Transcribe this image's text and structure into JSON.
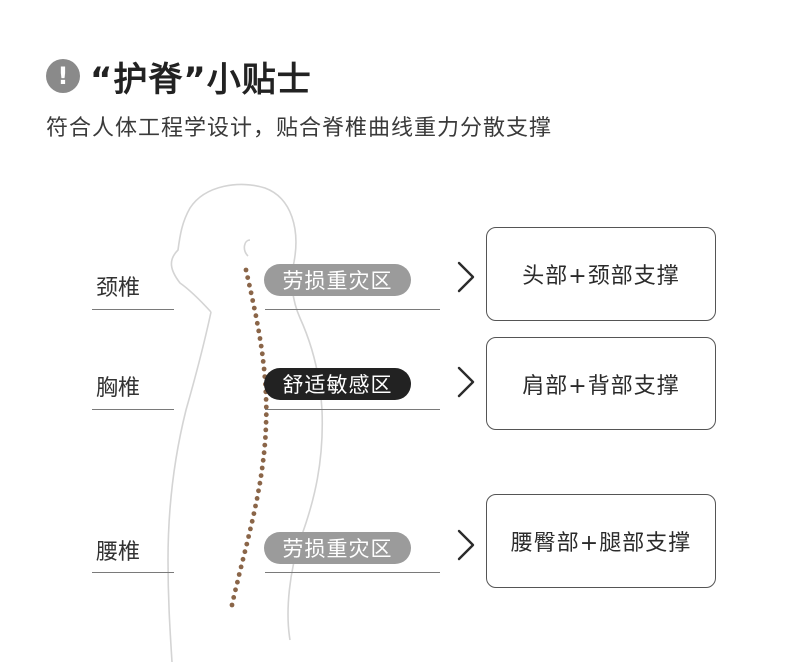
{
  "header": {
    "icon": "exclamation-icon",
    "icon_glyph": "!",
    "title": "“护脊”小贴士",
    "subtitle": "符合人体工程学设计，贴合脊椎曲线重力分散支撑"
  },
  "rows": [
    {
      "label": "颈椎",
      "zone": "劳损重灾区",
      "zone_style": "grey",
      "support": "头部+颈部支撑"
    },
    {
      "label": "胸椎",
      "zone": "舒适敏感区",
      "zone_style": "dark",
      "support": "肩部+背部支撑"
    },
    {
      "label": "腰椎",
      "zone": "劳损重灾区",
      "zone_style": "grey",
      "support": "腰臀部+腿部支撑"
    }
  ],
  "colors": {
    "spine_dots": "#8a6548",
    "pill_grey": "#9b9b9b",
    "pill_dark": "#222222",
    "outline": "#d4d4d4"
  }
}
